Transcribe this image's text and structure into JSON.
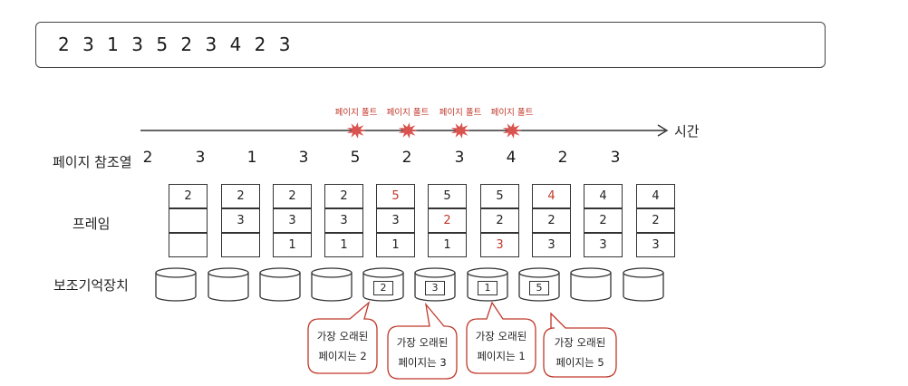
{
  "reference_string": "2 3 1 3 5 2 3 4 2 3",
  "time_label": "시간",
  "row_labels": {
    "reference": "페이지 참조열",
    "frame": "프레임",
    "storage": "보조기억장치"
  },
  "page_fault_label": "페이지 폴트",
  "references": [
    "2",
    "3",
    "1",
    "3",
    "5",
    "2",
    "3",
    "4",
    "2",
    "3"
  ],
  "frames": [
    [
      "2",
      "",
      ""
    ],
    [
      "2",
      "3",
      ""
    ],
    [
      "2",
      "3",
      "1"
    ],
    [
      "2",
      "3",
      "1"
    ],
    [
      "5",
      "3",
      "1"
    ],
    [
      "5",
      "2",
      "1"
    ],
    [
      "5",
      "2",
      "3"
    ],
    [
      "4",
      "2",
      "3"
    ],
    [
      "4",
      "2",
      "3"
    ],
    [
      "4",
      "2",
      "3"
    ]
  ],
  "new_cells": [
    [
      4,
      0
    ],
    [
      5,
      1
    ],
    [
      6,
      2
    ],
    [
      7,
      0
    ]
  ],
  "storage": [
    "",
    "",
    "",
    "",
    "2",
    "3",
    "1",
    "5",
    "",
    ""
  ],
  "callouts": [
    {
      "line1": "가장 오래된",
      "line2": "페이지는 2"
    },
    {
      "line1": "가장 오래된",
      "line2": "페이지는 3"
    },
    {
      "line1": "가장 오래된",
      "line2": "페이지는 1"
    },
    {
      "line1": "가장 오래된",
      "line2": "페이지는 5"
    }
  ],
  "colors": {
    "accent": "#c0392b",
    "burst": "#d9534f",
    "line": "#333333"
  }
}
